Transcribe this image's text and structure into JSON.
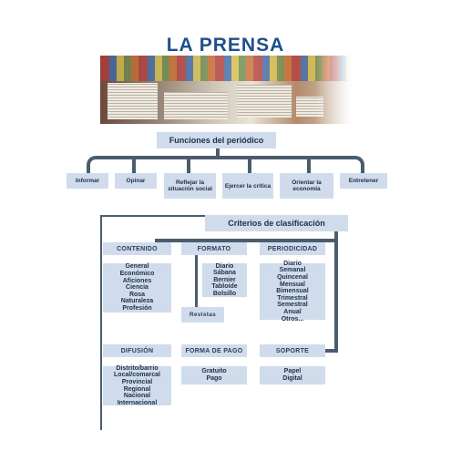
{
  "title": "LA PRENSA",
  "functions": {
    "header": "Funciones del periódico",
    "items": [
      "Informar",
      "Opinar",
      "Reflejar la situación social",
      "Ejercer la crítica",
      "Orientar la economía",
      "Entretener"
    ]
  },
  "criteria": {
    "header": "Criterios de clasificación",
    "contenido": {
      "label": "CONTENIDO",
      "items": [
        "General",
        "Económico",
        "Aficiones",
        "Ciencia",
        "Rosa",
        "Naturaleza",
        "Profesión"
      ]
    },
    "formato": {
      "label": "FORMATO",
      "items": [
        "Diario",
        "Sábana",
        "Bernier",
        "Tabloide",
        "Bolsillo"
      ],
      "extra": "Revistas"
    },
    "periodicidad": {
      "label": "PERIODICIDAD",
      "items": [
        "Diario",
        "Semanal",
        "Quincenal",
        "Mensual",
        "Bimensual",
        "Trimestral",
        "Semestral",
        "Anual",
        "Otros..."
      ]
    },
    "difusion": {
      "label": "DIFUSIÓN",
      "items": [
        "Distrito/barrio",
        "Local/comarcal",
        "Provincial",
        "Regional",
        "Nacional",
        "Internacional"
      ]
    },
    "pago": {
      "label": "FORMA DE PAGO",
      "items": [
        "Gratuito",
        "Pago"
      ]
    },
    "soporte": {
      "label": "SOPORTE",
      "items": [
        "Papel",
        "Digital"
      ]
    }
  }
}
